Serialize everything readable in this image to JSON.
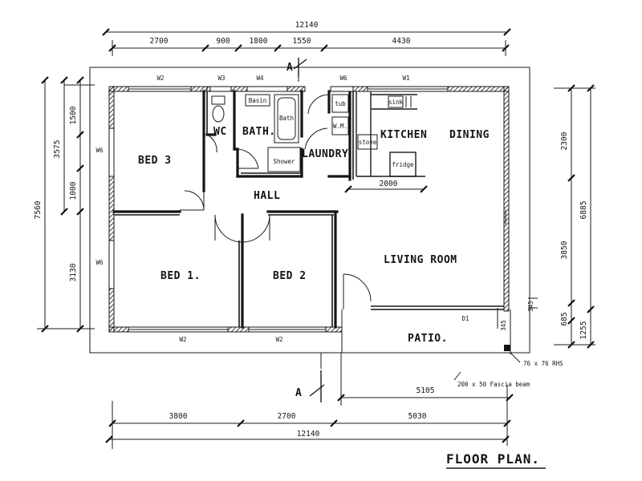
{
  "title": "FLOOR PLAN.",
  "rooms": {
    "bed3": "BED 3",
    "wc": "WC",
    "bath": "BATH.",
    "laundry": "LAUNDRY",
    "kitchen": "KITCHEN",
    "dining": "DINING",
    "hall": "HALL",
    "living": "LIVING ROOM",
    "bed1": "BED 1.",
    "bed2": "BED 2",
    "patio": "PATIO."
  },
  "fixtures": {
    "basin": "Basin",
    "bath": "Bath",
    "shower": "Shower",
    "tub": "tub",
    "wm": "W.M.",
    "stove": "stove",
    "sink": "sink",
    "fridge": "fridge"
  },
  "windows": {
    "w2_bed3": "W2",
    "w3": "W3",
    "w4": "W4",
    "w6_laundry": "W6",
    "w1": "W1",
    "w6_bed3": "W6",
    "w6_bed1": "W6",
    "w2_bed1": "W2",
    "w2_bed2": "W2",
    "d1": "D1"
  },
  "section_markers": {
    "top": "A",
    "bottom": "A"
  },
  "annotations": {
    "post": "76 x 76 RHS",
    "beam": "200 x 50 Fascia beam"
  },
  "dimensions": {
    "top_total": "12140",
    "top_segments": [
      "2700",
      "900",
      "1800",
      "1550",
      "4430"
    ],
    "bottom_total": "12140",
    "bottom_segments": [
      "3800",
      "2700",
      "5030"
    ],
    "bottom_patio": "5105",
    "left_total": "7560",
    "left_upper": "3575",
    "left_segments": [
      "1500",
      "1000",
      "3130"
    ],
    "right_total": "6885",
    "right_segments": [
      "2300",
      "3850",
      "685",
      "1255"
    ],
    "bench": "2000",
    "patio_small": "345",
    "right_small": "345"
  }
}
